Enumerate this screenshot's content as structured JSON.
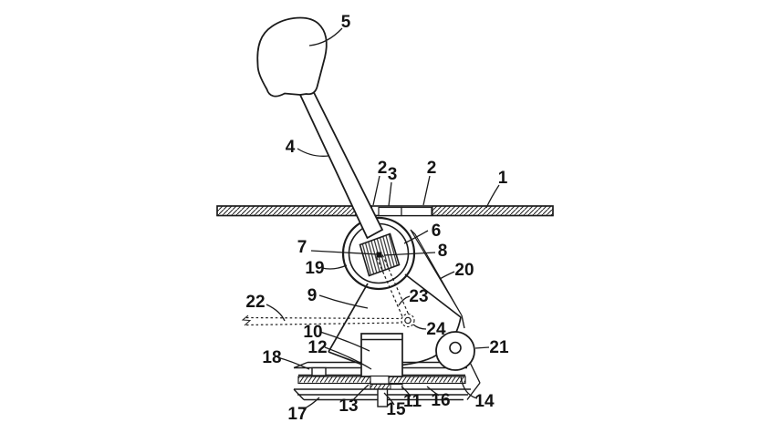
{
  "figure": {
    "style": "black-and-white patent line drawing",
    "subject": "gear shift lever mechanism cross-section"
  },
  "colors": {
    "background": "#ffffff",
    "line": "#1b1b1b"
  },
  "labels": [
    {
      "text": "5"
    },
    {
      "text": "4"
    },
    {
      "text": "2"
    },
    {
      "text": "3"
    },
    {
      "text": "2"
    },
    {
      "text": "1"
    },
    {
      "text": "6"
    },
    {
      "text": "7"
    },
    {
      "text": "8"
    },
    {
      "text": "19"
    },
    {
      "text": "20"
    },
    {
      "text": "9"
    },
    {
      "text": "23"
    },
    {
      "text": "22"
    },
    {
      "text": "24"
    },
    {
      "text": "10"
    },
    {
      "text": "12"
    },
    {
      "text": "21"
    },
    {
      "text": "18"
    },
    {
      "text": "11"
    },
    {
      "text": "13"
    },
    {
      "text": "15"
    },
    {
      "text": "16"
    },
    {
      "text": "14"
    },
    {
      "text": "17"
    }
  ]
}
